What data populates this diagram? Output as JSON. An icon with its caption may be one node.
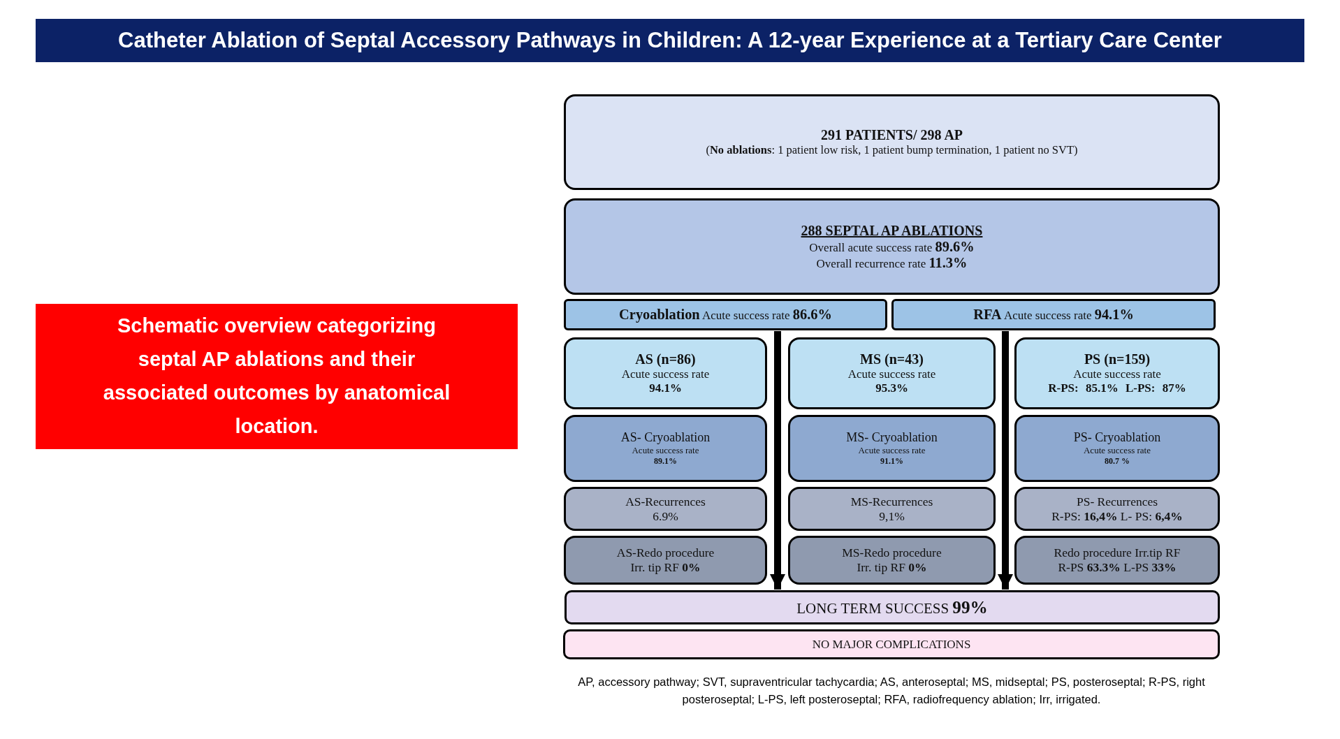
{
  "diagram": {
    "title": "Catheter Ablation of Septal Accessory Pathways in Children: A 12-year Experience at a Tertiary Care Center",
    "nodes": [
      {
        "text": [
          "Schematic overview categorizing septal AP ablations and their associated outcomes by anatomical location."
        ]
      },
      {
        "text": [
          "291 PATIENTS/ 298 AP",
          "(**No ablations**: 1 patient low risk, 1 patient bump termination, 1 patient no SVT)"
        ]
      },
      {
        "text": [
          "288 SEPTAL AP ABLATIONS",
          "Overall acute success rate **89.6%**",
          "Overall recurrence rate **11.3%**"
        ]
      },
      {
        "text": [
          "**Cryoablation** Acute success rate **86.6%**"
        ]
      },
      {
        "text": [
          "**RFA** Acute success rate **94.1%**"
        ]
      },
      {
        "text": [
          "AS (n=86)",
          "Acute success rate",
          "94.1%"
        ]
      },
      {
        "text": [
          "MS (n=43)",
          "Acute success rate",
          "95.3%"
        ]
      },
      {
        "text": [
          "PS (n=159)",
          "Acute success rate",
          "R-PS: 85.1% L-PS: 87%"
        ]
      },
      {
        "text": [
          "AS- Cryoablation",
          "Acute success rate",
          "89.1%"
        ]
      },
      {
        "text": [
          "MS- Cryoablation",
          "Acute success rate",
          "91.1%"
        ]
      },
      {
        "text": [
          "PS- Cryoablation",
          "Acute success rate",
          "80.7 %"
        ]
      },
      {
        "text": [
          "AS-Recurrences",
          "6.9%"
        ]
      },
      {
        "text": [
          "MS-Recurrences",
          "9,1%"
        ]
      },
      {
        "text": [
          "PS- Recurrences",
          "R-PS: **16,4%** L- PS: **6,4%**"
        ]
      },
      {
        "text": [
          "AS-Redo procedure",
          "Irr. tip RF **0%**"
        ]
      },
      {
        "text": [
          "MS-Redo procedure",
          "Irr. tip RF **0%**"
        ]
      },
      {
        "text": [
          "Redo procedure Irr.tip RF",
          "R-PS **63.3%** L-PS **33%**"
        ]
      },
      {
        "text": [
          "LONG TERM SUCCESS **99%**"
        ]
      },
      {
        "text": [
          "NO MAJOR COMPLICATIONS"
        ]
      }
    ],
    "edges": [
      {
        "from": 3,
        "to": 17,
        "arrow": "to"
      },
      {
        "from": 4,
        "to": 17,
        "arrow": "to"
      }
    ],
    "caption": "AP, accessory pathway; SVT, supraventricular tachycardia; AS, anteroseptal; MS, midseptal; PS, posteroseptal; R-PS, right posteroseptal; L-PS, left posteroseptal; RFA, radiofrequency ablation; Irr, irrigated."
  }
}
